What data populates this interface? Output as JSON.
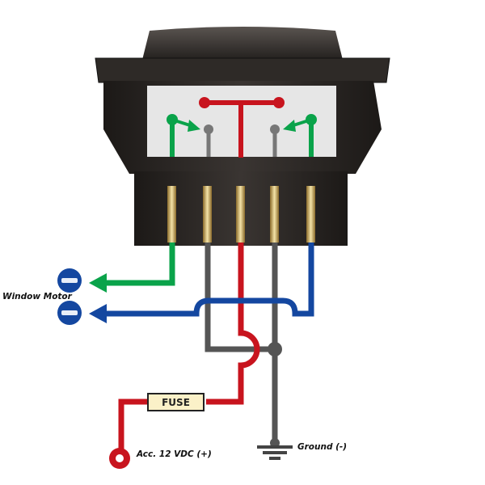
{
  "labels": {
    "window_motor": "Window Motor",
    "power": "Acc. 12 VDC (+)",
    "ground": "Ground (-)",
    "fuse": "FUSE"
  },
  "colors": {
    "power_wire": "#c8141e",
    "motor_wire_a": "#0aa34a",
    "motor_wire_b": "#1447a0",
    "ground_wire": "#555555",
    "switch_body": "#2a2623",
    "fuse_fill": "#fbf1c8"
  }
}
